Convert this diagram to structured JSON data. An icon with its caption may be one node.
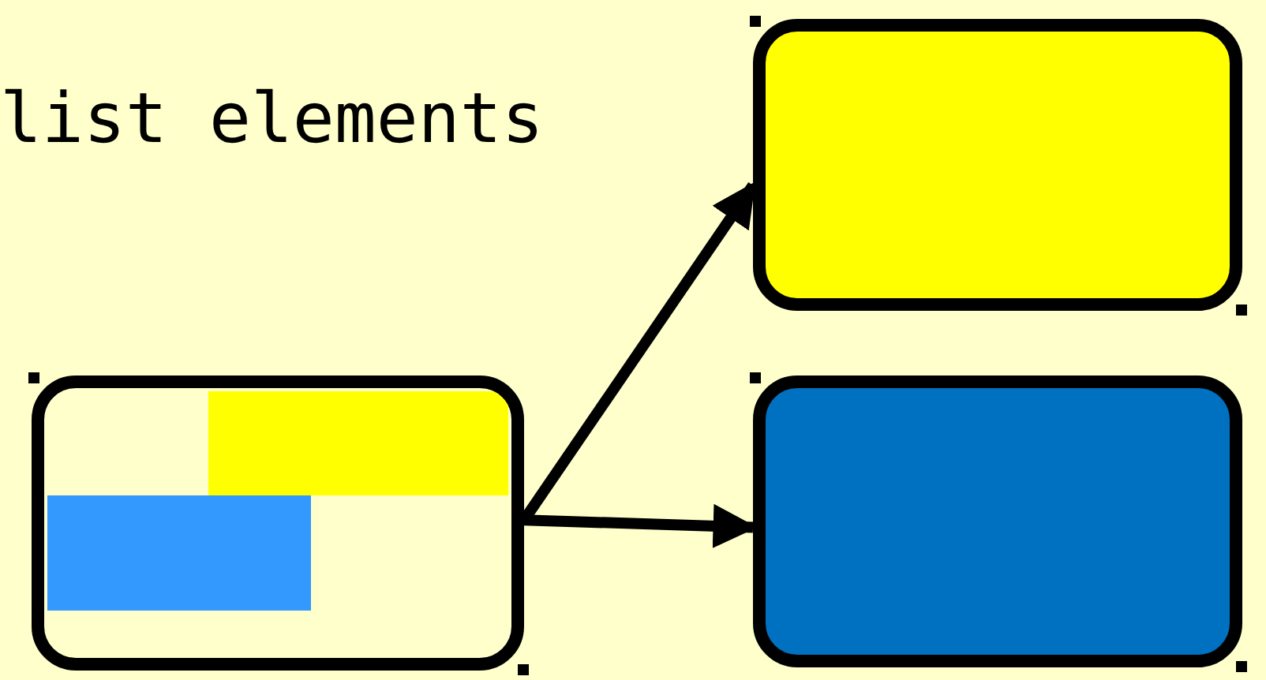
{
  "diagram": {
    "nodes": [
      {
        "text": [],
        "shape": "box"
      },
      {
        "text": [],
        "shape": "bar",
        "in": 0
      },
      {
        "text": [],
        "shape": "bar",
        "in": 0
      },
      {
        "text": [],
        "shape": "box"
      },
      {
        "text": [],
        "shape": "box"
      }
    ],
    "edges": [
      {
        "from": 0,
        "to": 3,
        "arrow": "to"
      },
      {
        "from": 0,
        "to": 4,
        "arrow": "to"
      }
    ],
    "labels": [
      "list elements"
    ]
  }
}
